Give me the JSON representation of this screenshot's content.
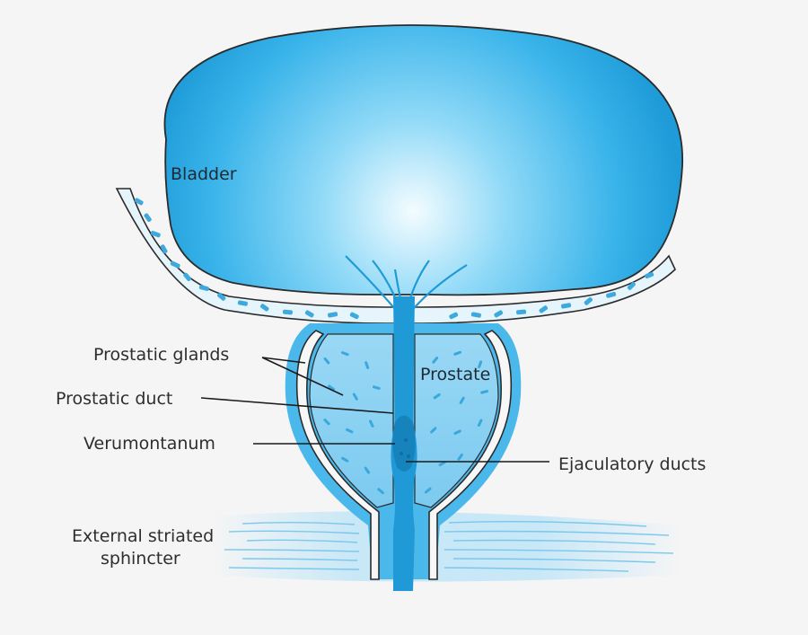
{
  "labels": {
    "bladder": "Bladder",
    "prostate": "Prostate",
    "prostatic_glands": "Prostatic glands",
    "prostatic_duct": "Prostatic duct",
    "verumontanum": "Verumontanum",
    "ejaculatory_ducts": "Ejaculatory ducts",
    "external_sphincter_line1": "External striated",
    "external_sphincter_line2": "sphincter"
  },
  "colors": {
    "background": "#f5f5f5",
    "bladder_light": "#eaf8ff",
    "bladder_mid": "#5cc6f2",
    "bladder_dark": "#1e9bd8",
    "prostate_fill": "#8dd2f4",
    "urethra": "#1f9ad6",
    "muscle": "#aedcf4",
    "outline": "#2b2b2b"
  }
}
